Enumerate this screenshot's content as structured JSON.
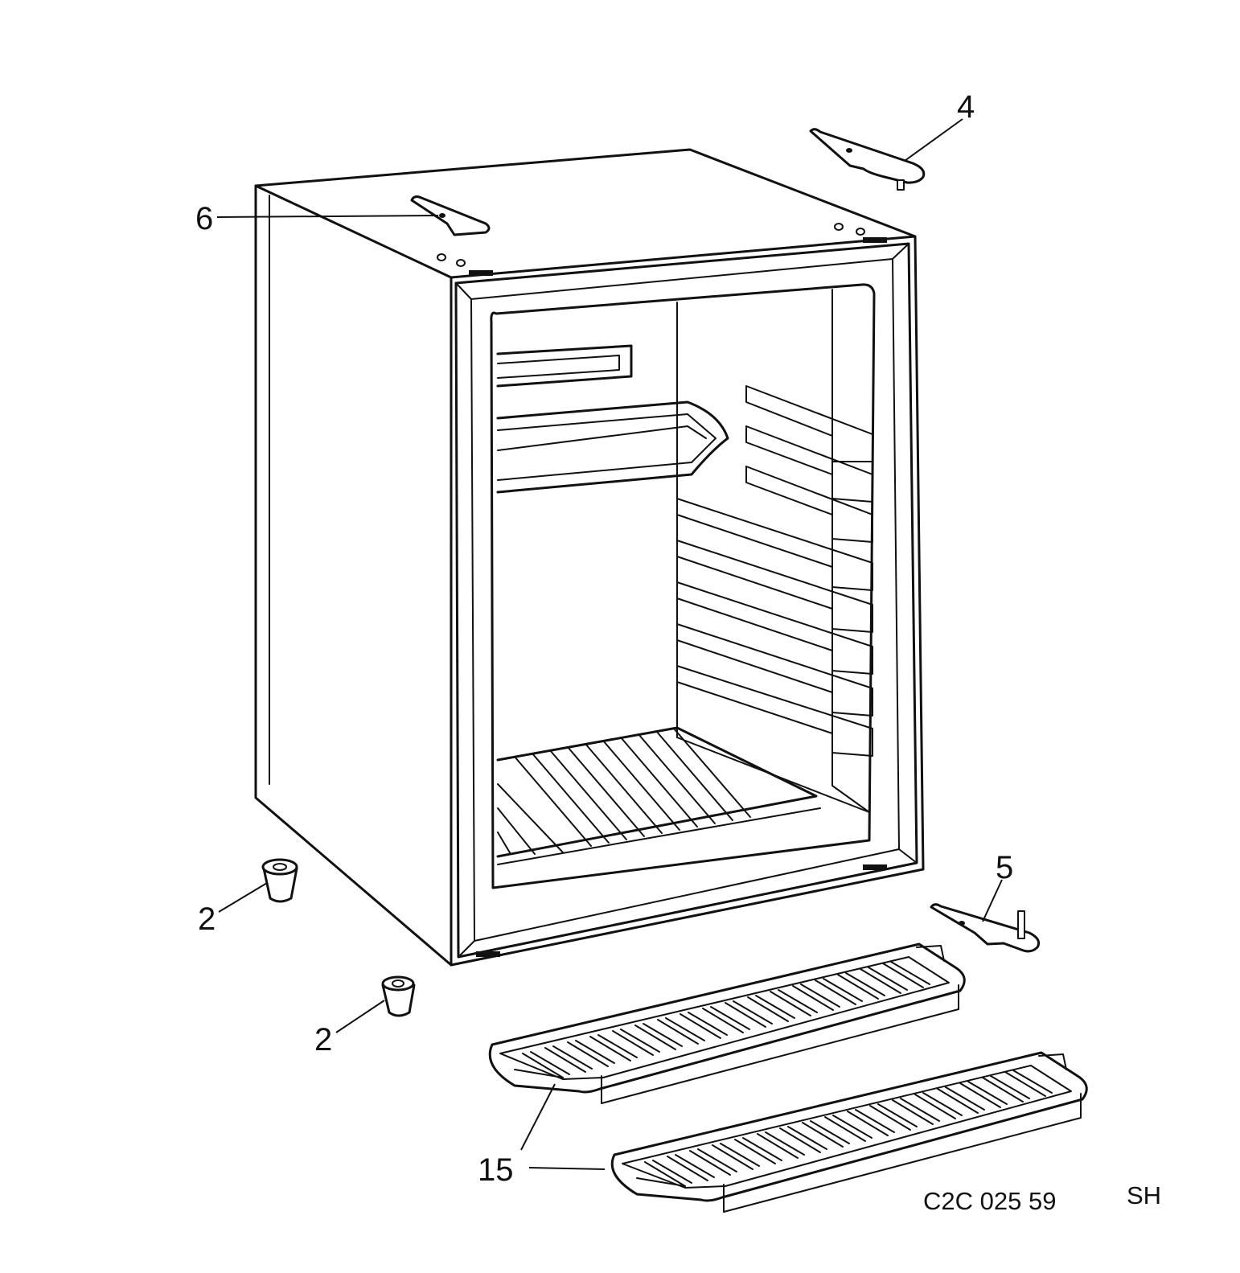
{
  "callouts": {
    "hinge_top_right": "4",
    "hinge_top_cabinet": "6",
    "hinge_bottom": "5",
    "foot_left": "2",
    "foot_front": "2",
    "shelf_grid": "15"
  },
  "drawing_code": "C2C 025 59",
  "drawing_suffix": "SH"
}
